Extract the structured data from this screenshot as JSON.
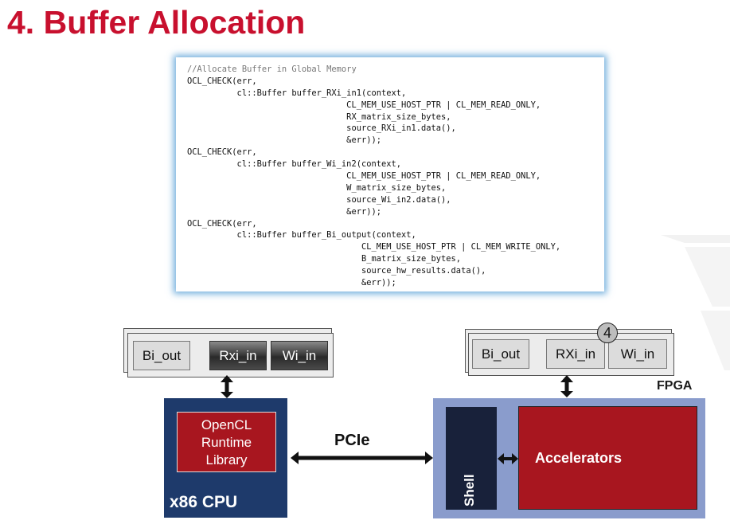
{
  "slide": {
    "title": "4. Buffer Allocation"
  },
  "code": {
    "lines": [
      "//Allocate Buffer in Global Memory",
      "OCL_CHECK(err,",
      "          cl::Buffer buffer_RXi_in1(context,",
      "                                CL_MEM_USE_HOST_PTR | CL_MEM_READ_ONLY,",
      "                                RX_matrix_size_bytes,",
      "                                source_RXi_in1.data(),",
      "                                &err));",
      "OCL_CHECK(err,",
      "          cl::Buffer buffer_Wi_in2(context,",
      "                                CL_MEM_USE_HOST_PTR | CL_MEM_READ_ONLY,",
      "                                W_matrix_size_bytes,",
      "                                source_Wi_in2.data(),",
      "                                &err));",
      "OCL_CHECK(err,",
      "          cl::Buffer buffer_Bi_output(context,",
      "                                   CL_MEM_USE_HOST_PTR | CL_MEM_WRITE_ONLY,",
      "                                   B_matrix_size_bytes,",
      "                                   source_hw_results.data(),",
      "                                   &err));"
    ]
  },
  "host": {
    "buffers": [
      "Bi_out",
      "Rxi_in",
      "Wi_in"
    ],
    "library_label": "OpenCL Runtime Library",
    "cpu_label": "x86 CPU"
  },
  "link": {
    "label": "PCIe"
  },
  "device": {
    "buffers": [
      "Bi_out",
      "RXi_in",
      "Wi_in"
    ],
    "step_badge": "4",
    "fpga_label": "FPGA",
    "shell_label": "Shell",
    "accelerator_label": "Accelerators"
  },
  "colors": {
    "title_red": "#c8102e",
    "cpu_blue": "#1e3a6b",
    "accent_red": "#a8161f",
    "fpga_blue": "#8a9ccc",
    "shell_navy": "#18213a",
    "code_glow": "#4696d2"
  }
}
